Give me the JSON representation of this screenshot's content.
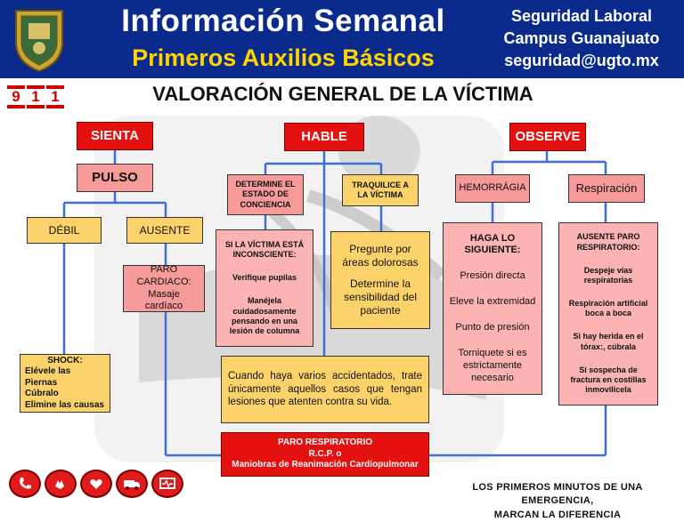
{
  "header": {
    "title": "Información Semanal",
    "subtitle": "Primeros Auxilios Básicos",
    "right_lines": [
      "Seguridad Laboral",
      "Campus Guanajuato",
      "seguridad@ugto.mx"
    ]
  },
  "logo_911": [
    "9",
    "1",
    "1"
  ],
  "page_title": "VALORACIÓN GENERAL DE LA VÍCTIMA",
  "nodes": {
    "sienta": "SIENTA",
    "hable": "HABLE",
    "observe": "OBSERVE",
    "pulso": "PULSO",
    "debil": "DÉBIL",
    "ausente": "AUSENTE",
    "paro_cardiaco": [
      "PARO",
      "CARDIACO:",
      "Masaje cardíaco"
    ],
    "shock": [
      "SHOCK:",
      "Elévele las Piernas",
      "Cúbralo",
      "Elimine las causas"
    ],
    "determine": [
      "DETERMINE EL",
      "ESTADO DE",
      "CONCIENCIA"
    ],
    "traquilice": [
      "TRAQUILICE A",
      "LA VÍCTIMA"
    ],
    "hemorragia": "HEMORRÁGIA",
    "respiracion": "Respiración",
    "inconsciente": [
      "SI LA VÍCTIMA ESTÁ INCONSCIENTE:",
      "Verifique pupilas",
      "Manéjela cuidadosamente pensando en una lesión de columna"
    ],
    "pregunte": [
      "Pregunte por áreas dolorosas",
      "Determine la sensibilidad del paciente"
    ],
    "haga": [
      "HAGA LO SIGUIENTE:",
      "Presión directa",
      "Eleve la extremidad",
      "Punto de presión",
      "Torniquete si es estrictamente necesario"
    ],
    "ausente_paro": [
      "AUSENTE PARO RESPIRATORIO:",
      "Despeje vías respiratorias",
      "Respiración artificial boca a boca",
      "Si hay herida en el tórax:, cúbrala",
      "Si sospecha de fractura en costillas inmovilícela"
    ],
    "accidentados": "Cuando haya varios accidentados, trate únicamente aquellos casos que tengan lesiones que atenten contra su vida.",
    "paro_respiratorio": [
      "PARO RESPIRATORIO",
      "R.C.P.  o",
      "Maniobras de Reanimación Cardiopulmonar"
    ]
  },
  "footer": [
    "LOS PRIMEROS MINUTOS DE UNA EMERGENCIA,",
    "MARCAN LA DIFERENCIA"
  ],
  "colors": {
    "header_bg": "#0a2a8c",
    "subtitle": "#ffd400",
    "red": "#e41111",
    "pink": "#f79a9a",
    "yellow": "#fcd26b",
    "connector": "#3d6fd6"
  },
  "icons": [
    "phone-icon",
    "hands-icon",
    "heart-icon",
    "ambulance-icon",
    "monitor-icon"
  ]
}
